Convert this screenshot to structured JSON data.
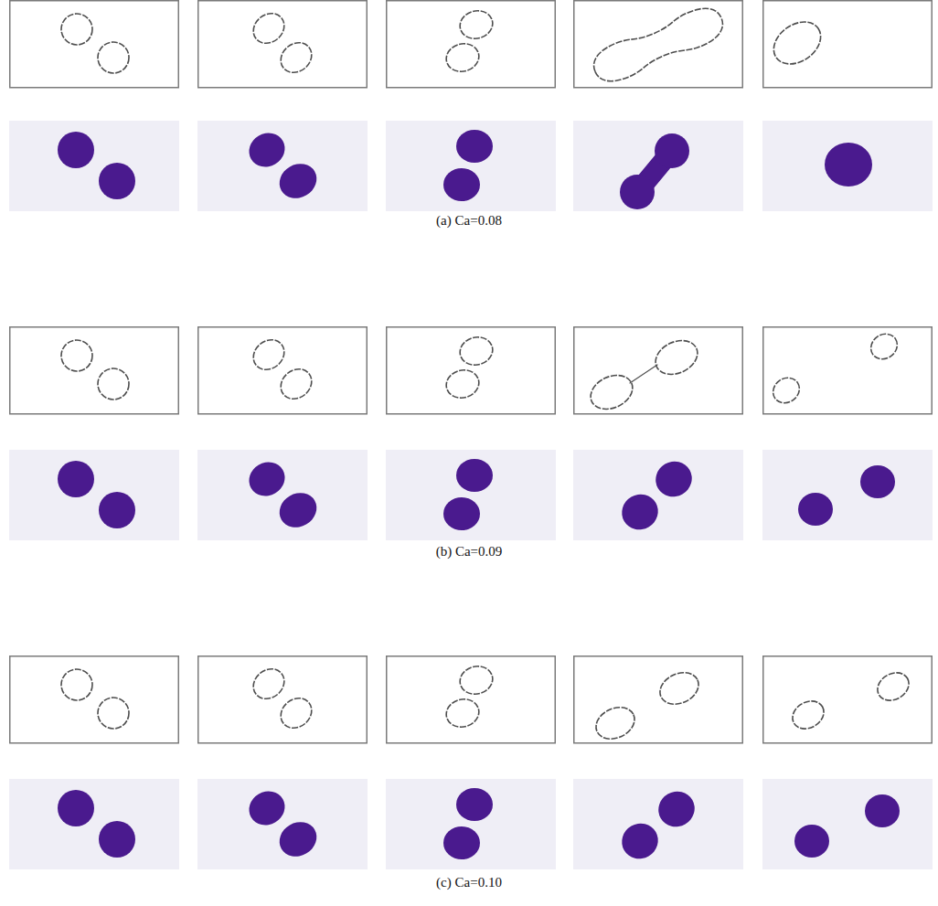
{
  "diagram": {
    "labels": [
      "(a) Ca=0.08",
      "(b) Ca=0.09",
      "(c) Ca=0.10"
    ]
  }
}
